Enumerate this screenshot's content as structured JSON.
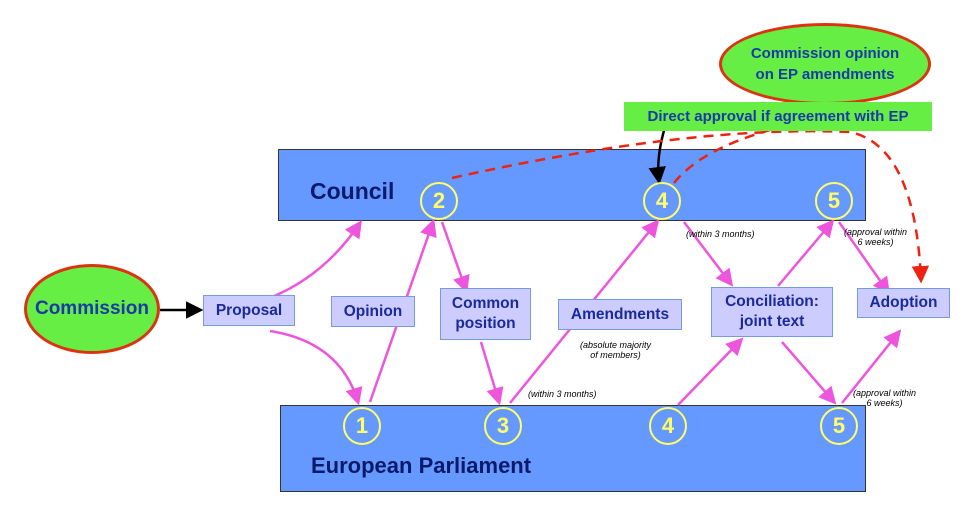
{
  "council": {
    "label": "Council"
  },
  "parliament": {
    "label": "European Parliament"
  },
  "commission": {
    "label": "Commission"
  },
  "commission_opinion": {
    "label": "Commission opinion\non EP amendments"
  },
  "direct_approval": {
    "label": "Direct approval if agreement with EP"
  },
  "steps": {
    "proposal": "Proposal",
    "opinion": "Opinion",
    "common_position": "Common\nposition",
    "amendments": "Amendments",
    "conciliation": "Conciliation:\njoint text",
    "adoption": "Adoption"
  },
  "council_stages": [
    "2",
    "4",
    "5"
  ],
  "parliament_stages": [
    "1",
    "3",
    "4",
    "5"
  ],
  "notes": {
    "council_within_3_months": "(within 3 months)",
    "council_approval_6_weeks": "(approval within\n6 weeks)",
    "absolute_majority": "(absolute majority\nof members)",
    "ep_within_3_months": "(within 3 months)",
    "ep_approval_6_weeks": "(approval within\n6 weeks)"
  },
  "colors": {
    "band": "#6699ff",
    "step_box": "#ccccff",
    "arrow": "#ee55dd",
    "dashed": "#ee2211",
    "ellipse_fill": "#66ee44"
  }
}
